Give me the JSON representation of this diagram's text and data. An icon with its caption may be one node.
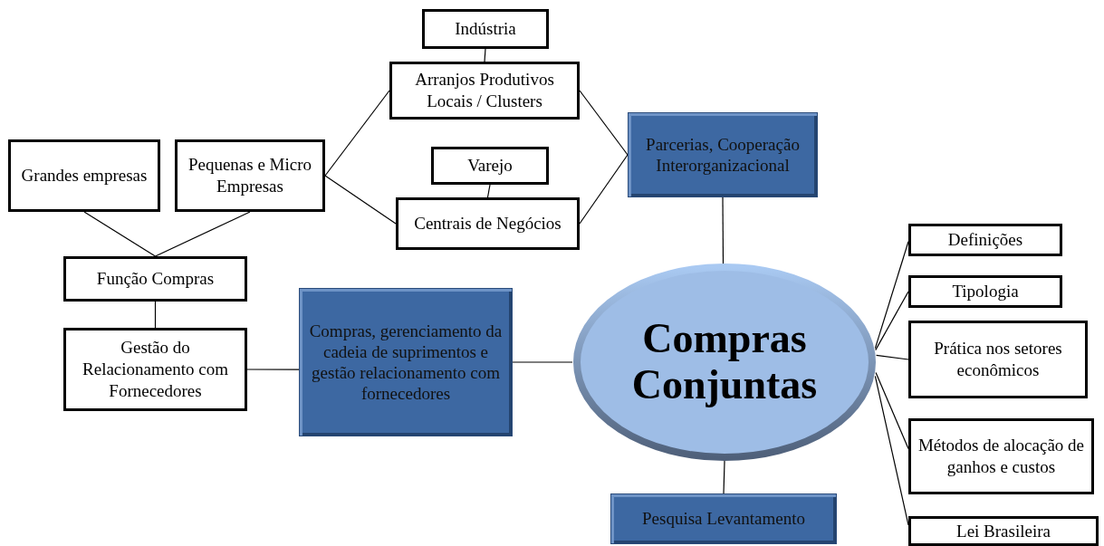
{
  "diagram": {
    "nodes": [
      {
        "text": [
          "Indústria"
        ]
      },
      {
        "text": [
          "Arranjos Produtivos Locais / Clusters"
        ]
      },
      {
        "text": [
          "Parcerias, Cooperação Interorganizacional"
        ]
      },
      {
        "text": [
          "Grandes empresas"
        ]
      },
      {
        "text": [
          "Pequenas e Micro Empresas"
        ]
      },
      {
        "text": [
          "Varejo"
        ]
      },
      {
        "text": [
          "Centrais de Negócios"
        ]
      },
      {
        "text": [
          "Definições"
        ]
      },
      {
        "text": [
          "Função Compras"
        ]
      },
      {
        "text": [
          "Tipologia"
        ]
      },
      {
        "text": [
          "Compras, gerenciamento da cadeia de suprimentos e gestão relacionamento com fornecedores"
        ]
      },
      {
        "text": [
          "Compras Conjuntas"
        ]
      },
      {
        "text": [
          "Prática nos setores econômicos"
        ]
      },
      {
        "text": [
          "Gestão do Relacionamento com Fornecedores"
        ]
      },
      {
        "text": [
          "Métodos de alocação de ganhos e custos"
        ]
      },
      {
        "text": [
          "Pesquisa Levantamento"
        ]
      },
      {
        "text": [
          "Lei Brasileira"
        ]
      }
    ],
    "edges": [
      {
        "from": 0,
        "to": 1,
        "arrow": "none"
      },
      {
        "from": 1,
        "to": 4,
        "arrow": "none"
      },
      {
        "from": 4,
        "to": 6,
        "arrow": "none"
      },
      {
        "from": 5,
        "to": 6,
        "arrow": "none"
      },
      {
        "from": 1,
        "to": 2,
        "arrow": "none"
      },
      {
        "from": 6,
        "to": 2,
        "arrow": "none"
      },
      {
        "from": 2,
        "to": 11,
        "arrow": "none"
      },
      {
        "from": 3,
        "to": 8,
        "arrow": "none"
      },
      {
        "from": 4,
        "to": 8,
        "arrow": "none"
      },
      {
        "from": 8,
        "to": 13,
        "arrow": "none"
      },
      {
        "from": 13,
        "to": 10,
        "arrow": "none"
      },
      {
        "from": 10,
        "to": 11,
        "arrow": "none"
      },
      {
        "from": 11,
        "to": 7,
        "arrow": "none"
      },
      {
        "from": 11,
        "to": 9,
        "arrow": "none"
      },
      {
        "from": 11,
        "to": 12,
        "arrow": "none"
      },
      {
        "from": 11,
        "to": 14,
        "arrow": "none"
      },
      {
        "from": 11,
        "to": 16,
        "arrow": "none"
      },
      {
        "from": 11,
        "to": 15,
        "arrow": "none"
      }
    ]
  }
}
